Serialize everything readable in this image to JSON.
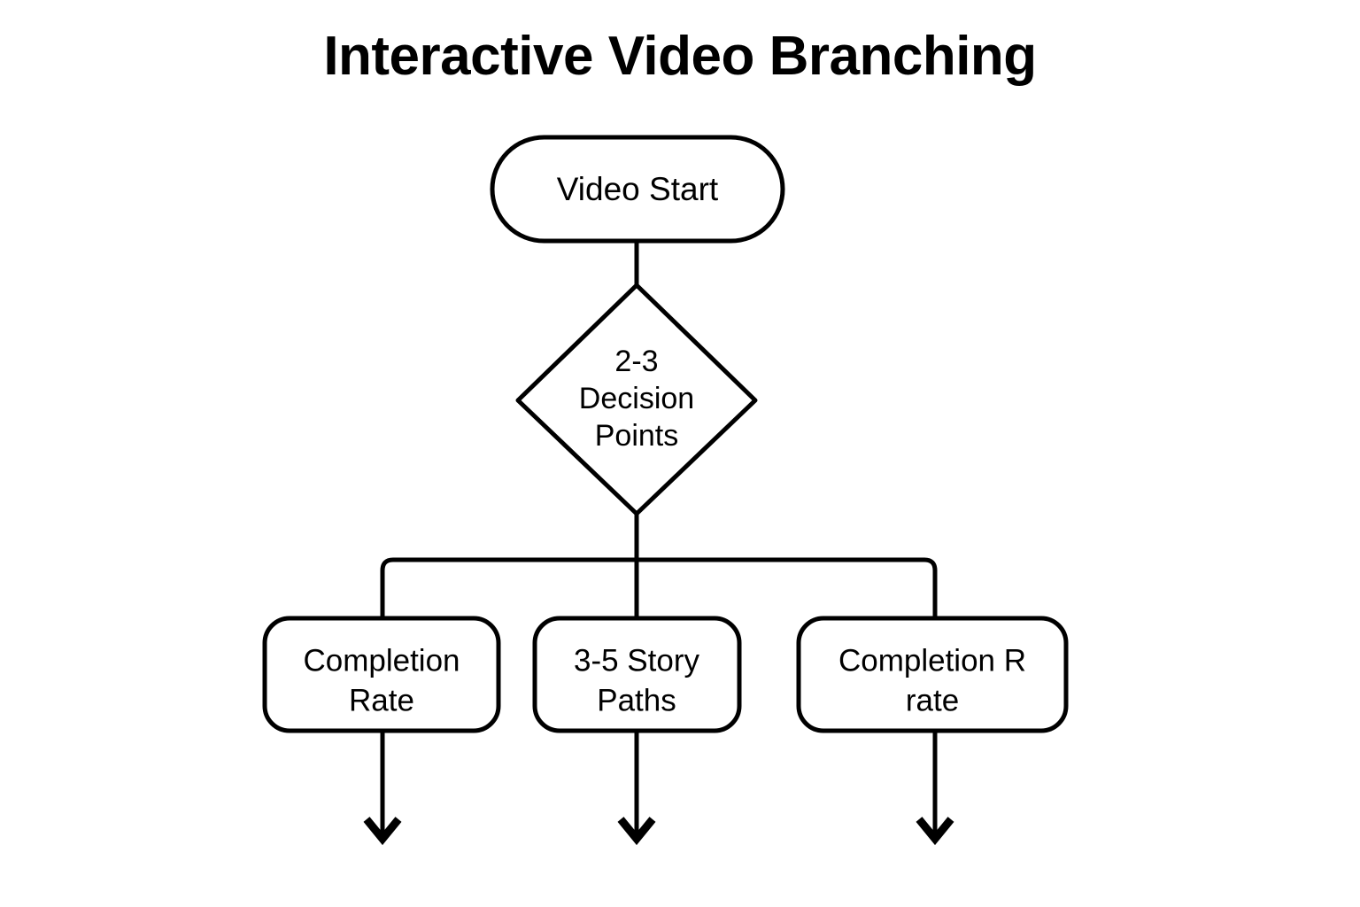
{
  "diagram": {
    "title": "Interactive Video Branching",
    "type": "flowchart",
    "background_color": "#ffffff",
    "stroke_color": "#000000",
    "nodes": [
      {
        "id": "start",
        "shape": "stadium",
        "label": "Video Start",
        "lines": [
          "Video Start"
        ]
      },
      {
        "id": "decision",
        "shape": "diamond",
        "label": "2-3 Decision Points",
        "lines": [
          "2-3",
          "Decision",
          "Points"
        ]
      },
      {
        "id": "completion-rate",
        "shape": "rounded-rect",
        "label": "Completion Rate",
        "lines": [
          "Completion",
          "Rate"
        ]
      },
      {
        "id": "story-paths",
        "shape": "rounded-rect",
        "label": "3-5 Story Paths",
        "lines": [
          "3-5 Story",
          "Paths"
        ]
      },
      {
        "id": "completion-r-rate",
        "shape": "rounded-rect",
        "label": "Completion R rate",
        "lines": [
          "Completion R",
          "rate"
        ]
      }
    ],
    "edges": [
      {
        "from": "start",
        "to": "decision",
        "arrow": false
      },
      {
        "from": "decision",
        "to": "completion-rate",
        "arrow": false
      },
      {
        "from": "decision",
        "to": "story-paths",
        "arrow": false
      },
      {
        "from": "decision",
        "to": "completion-r-rate",
        "arrow": false
      },
      {
        "from": "completion-rate",
        "to": "",
        "arrow": true
      },
      {
        "from": "story-paths",
        "to": "",
        "arrow": true
      },
      {
        "from": "completion-r-rate",
        "to": "",
        "arrow": true
      }
    ]
  }
}
